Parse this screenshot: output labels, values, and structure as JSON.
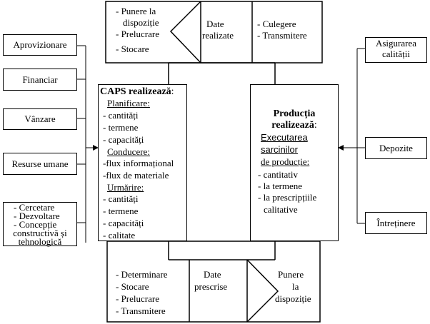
{
  "left_boxes": [
    {
      "label": "Aprovizionare"
    },
    {
      "label": "Financiar"
    },
    {
      "label": "Vânzare"
    },
    {
      "label": "Resurse umane"
    },
    {
      "lines": [
        "- Cercetare",
        "- Dezvoltare",
        "- Concepție",
        "constructivă și",
        "tehnologică"
      ]
    }
  ],
  "right_boxes": [
    {
      "lines": [
        "Asigurarea",
        "calității"
      ]
    },
    {
      "label": "Depozite"
    },
    {
      "label": "Întreținere"
    }
  ],
  "top_block": {
    "left_items": [
      "- Punere la",
      "dispoziție",
      "- Prelucrare",
      "- Stocare"
    ],
    "middle_lines": [
      "Date",
      "realizate"
    ],
    "right_items": [
      "- Culegere",
      "- Transmitere"
    ]
  },
  "bottom_block": {
    "left_items": [
      "- Determinare",
      "- Stocare",
      "- Prelucrare",
      "- Transmitere"
    ],
    "middle_lines": [
      "Date",
      "prescrise"
    ],
    "right_lines": [
      "Punere",
      "la",
      "dispoziție"
    ]
  },
  "caps": {
    "title": "CAPS realizează",
    "title_suffix": ":",
    "sections": [
      {
        "heading": "Planificare:",
        "items": [
          "- cantități",
          "- termene",
          "- capacități"
        ]
      },
      {
        "heading": "Conducere:",
        "items": [
          "-flux informațional",
          "-flux de materiale"
        ]
      },
      {
        "heading": "Urmărire:",
        "items": [
          "- cantități",
          "- termene",
          "- capacități",
          "- calitate"
        ]
      }
    ]
  },
  "production": {
    "title_lines": [
      "Producția",
      "realizează"
    ],
    "title_suffix": ":",
    "subtitle_lines": [
      "Executarea",
      "sarcinilor",
      "de producție:"
    ],
    "items": [
      "- cantitativ",
      "- la termene",
      "- la prescripțiile",
      "calitative"
    ]
  }
}
